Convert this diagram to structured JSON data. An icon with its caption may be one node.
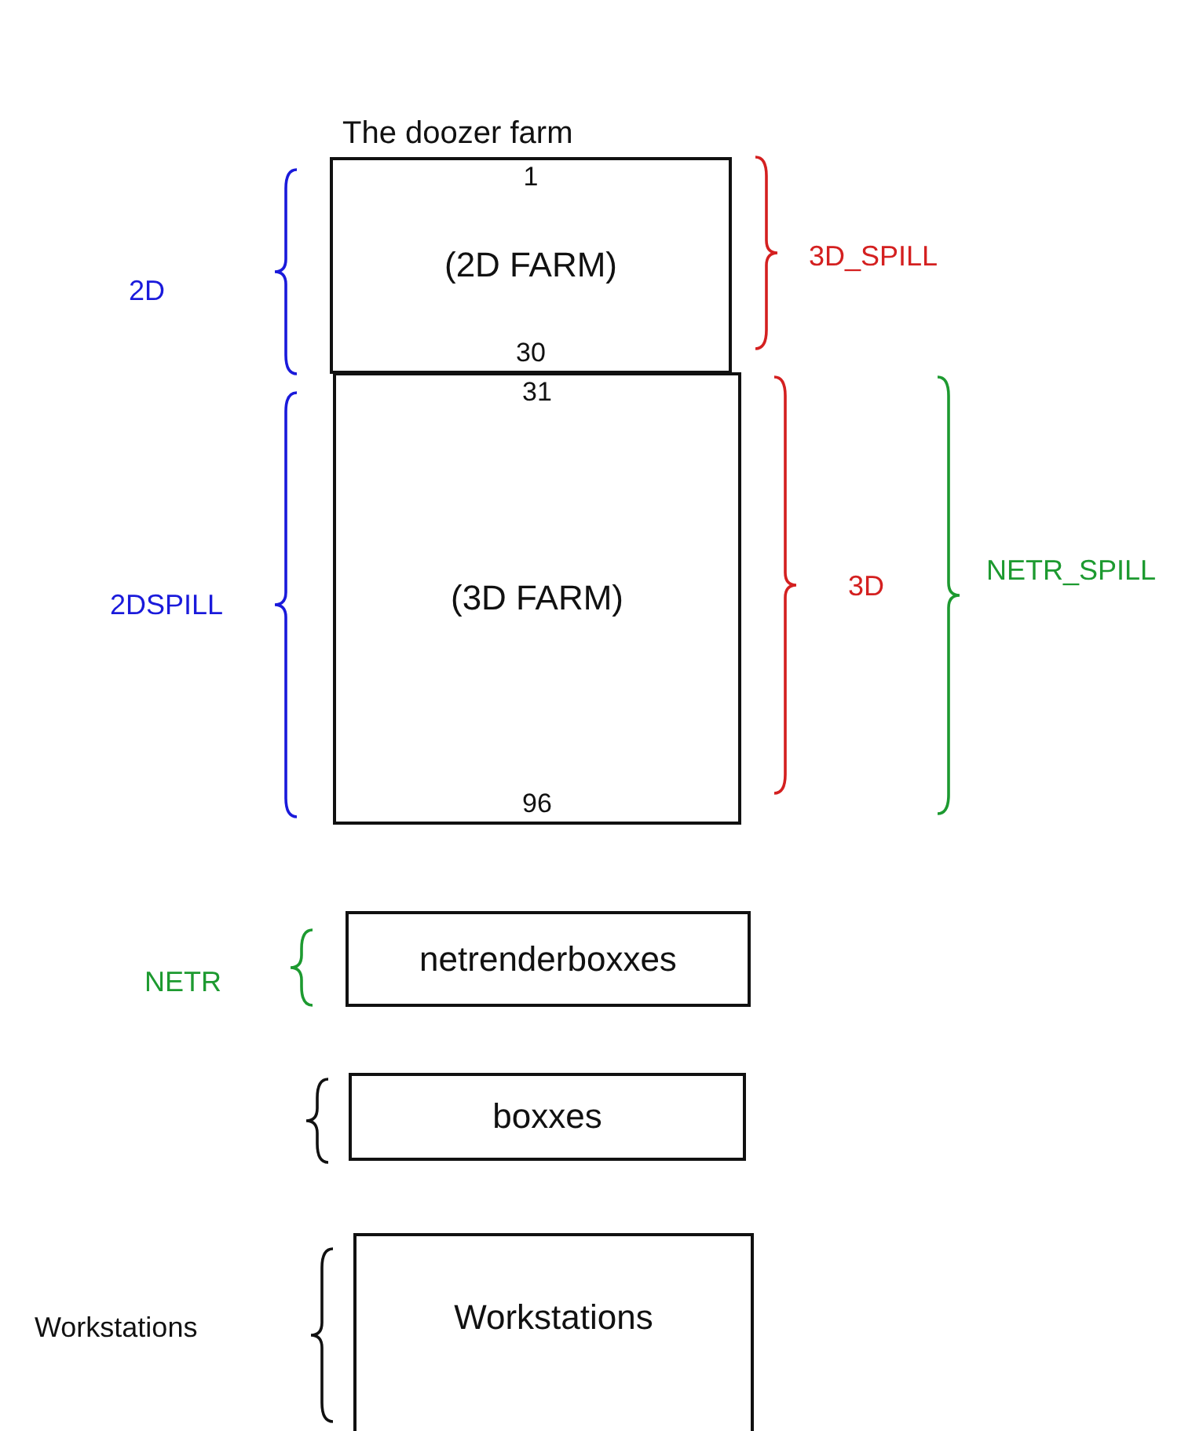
{
  "diagram": {
    "title": "The doozer farm",
    "nodes": [
      {
        "text": [
          "1",
          "(2D FARM)",
          "30"
        ]
      },
      {
        "text": [
          "31",
          "(3D FARM)",
          "96"
        ]
      },
      {
        "text": [
          "netrenderboxxes"
        ]
      },
      {
        "text": [
          "boxxes"
        ]
      },
      {
        "text": [
          "Workstations"
        ]
      }
    ],
    "labels": [
      "2D",
      "3D_SPILL",
      "2DSPILL",
      "3D",
      "NETR_SPILL",
      "NETR",
      "Workstations"
    ]
  }
}
